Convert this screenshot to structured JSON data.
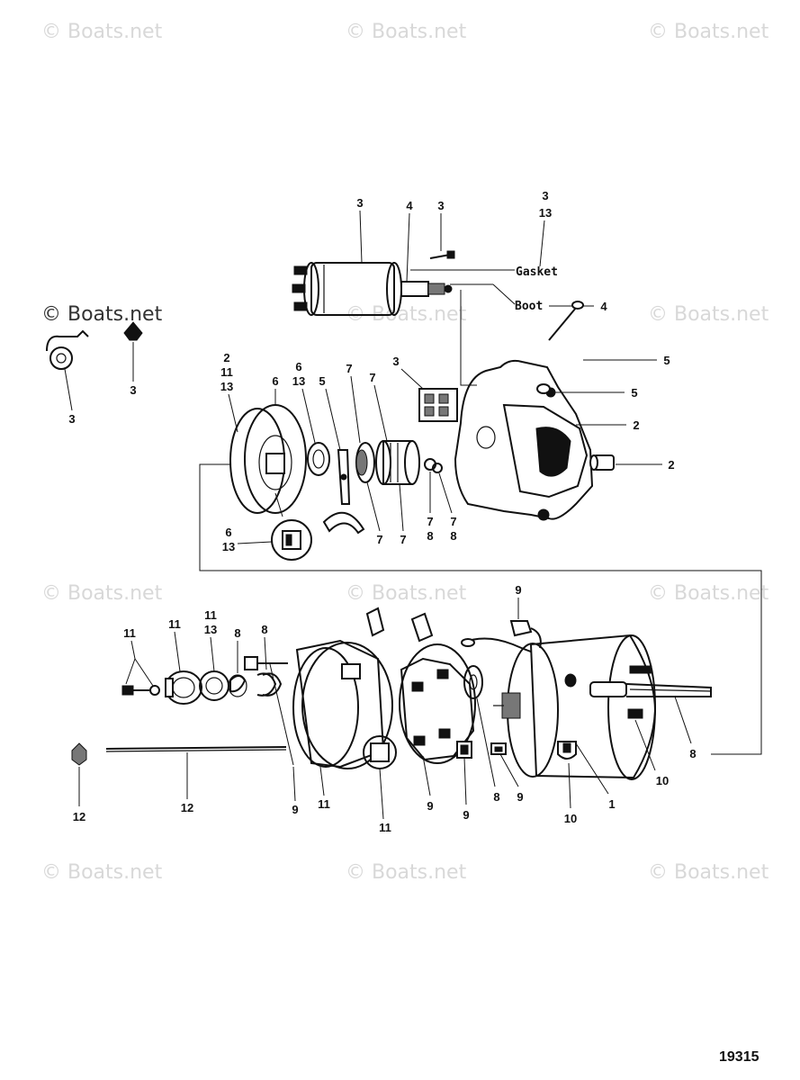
{
  "watermark": "© Boats.net",
  "reference_number": "19315",
  "callouts": {
    "solenoid": "3",
    "plunger": "4",
    "screw_top": "3",
    "gasket_group": [
      "3",
      "13"
    ],
    "gasket_label": "Gasket",
    "boot_label": "Boot",
    "boot_ref": "4",
    "bracket": "3",
    "terminal_cap": "3",
    "bolt": "5",
    "washer": "5",
    "housing": "2",
    "bushing": "2",
    "gear_housing_group": [
      "2",
      "11",
      "13"
    ],
    "gear": "6",
    "seal_group": [
      "6",
      "13"
    ],
    "fork": "5",
    "drive_top1": "7",
    "drive_top2": "7",
    "contact_block": "3",
    "drive_bottom": [
      "7",
      "7"
    ],
    "clip_group_a": [
      "7",
      "8"
    ],
    "clip_group_b": [
      "7",
      "8"
    ],
    "bushing_group": [
      "6",
      "13"
    ],
    "screw_left": "11",
    "end_cap": "11",
    "gasket_ring_group": [
      "11",
      "13"
    ],
    "spring_a": "8",
    "spring_b": "8",
    "brush_top": "9",
    "nut": "12",
    "through_bolt": "12",
    "end_frame_bolt": "9",
    "end_frame": "11",
    "end_frame_bushing": "11",
    "brush_plate": "9",
    "brush": "9",
    "shim": "8",
    "brush_lead": "9",
    "field_frame": "1",
    "field_screw": "10",
    "armature_screw": "10",
    "armature": "8"
  }
}
